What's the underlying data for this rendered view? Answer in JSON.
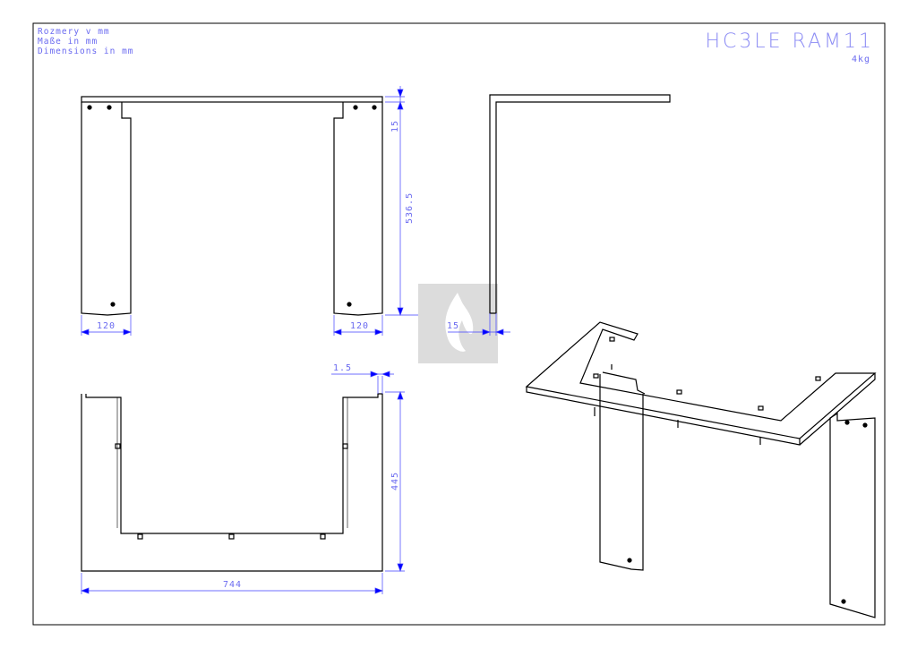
{
  "notes": [
    "Rozmery v mm",
    "Maße in mm",
    "Dimensions in mm"
  ],
  "title": "HC3LE RAM11",
  "weight": "4kg",
  "dimensions": {
    "top_flange": "15",
    "leg_height": "536.5",
    "leg_width_left": "120",
    "leg_width_right": "120",
    "side_flange": "15",
    "wall_thickness": "1.5",
    "depth": "445",
    "width": "744"
  },
  "colors": {
    "line": "#000000",
    "dimension": "#0000ff",
    "dimension_text": "#6a6af0",
    "watermark": "#d9d9d9"
  },
  "watermark_icon": "flame-icon"
}
